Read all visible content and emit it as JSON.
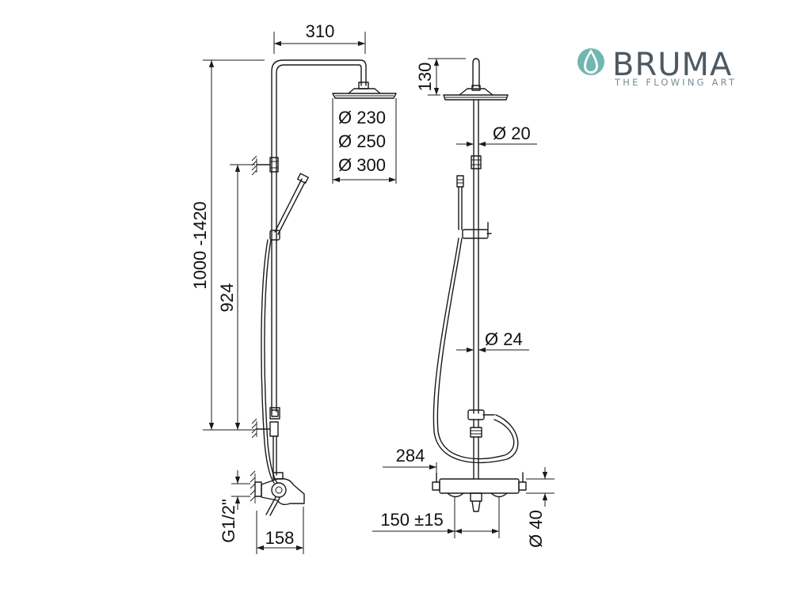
{
  "brand": {
    "name": "BRUMA",
    "tagline": "THE FLOWING ART",
    "drop_color": "#6fb7b0",
    "text_color": "#4d5a63"
  },
  "dimensions": {
    "arm_length": "310",
    "head_diameters": [
      "Ø 230",
      "Ø 250",
      "Ø 300"
    ],
    "total_height": "1000 -1420",
    "bar_height": "924",
    "inlet_thread": "G1/2\"",
    "spout_length": "158",
    "head_offset": "130",
    "upper_pipe_diameter": "Ø 20",
    "lower_pipe_diameter": "Ø 24",
    "mixer_width": "284",
    "inlet_spacing": "150 ±15",
    "mixer_body_diameter": "Ø 40"
  }
}
